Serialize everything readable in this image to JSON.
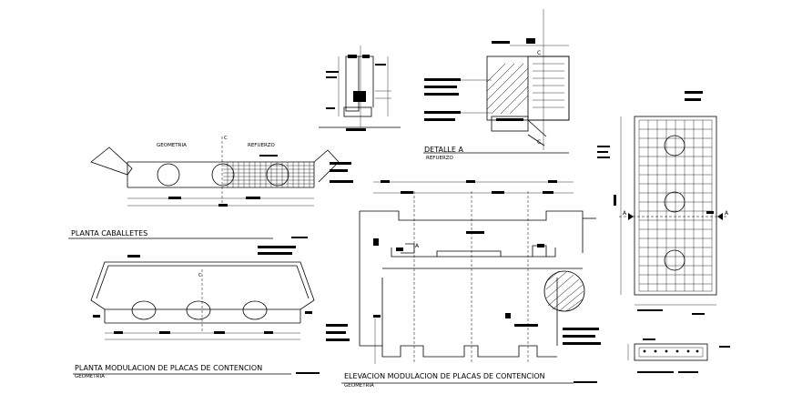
{
  "titles": {
    "planta_caballetes": "PLANTA CABALLETES",
    "planta_modulacion": "PLANTA MODULACION DE PLACAS DE CONTENCION",
    "planta_modulacion_sub": "GEOMETRIA",
    "elevacion_modulacion": "ELEVACION MODULACION DE PLACAS DE CONTENCION",
    "elevacion_modulacion_sub": "GEOMETRIA",
    "detalle_a": "DETALLE A",
    "detalle_a_sub": "REFUERZO"
  },
  "labels": {
    "geometria": "GEOMETRIA",
    "refuerzo": "REFUERZO",
    "section_c": "C",
    "section_a": "A"
  }
}
